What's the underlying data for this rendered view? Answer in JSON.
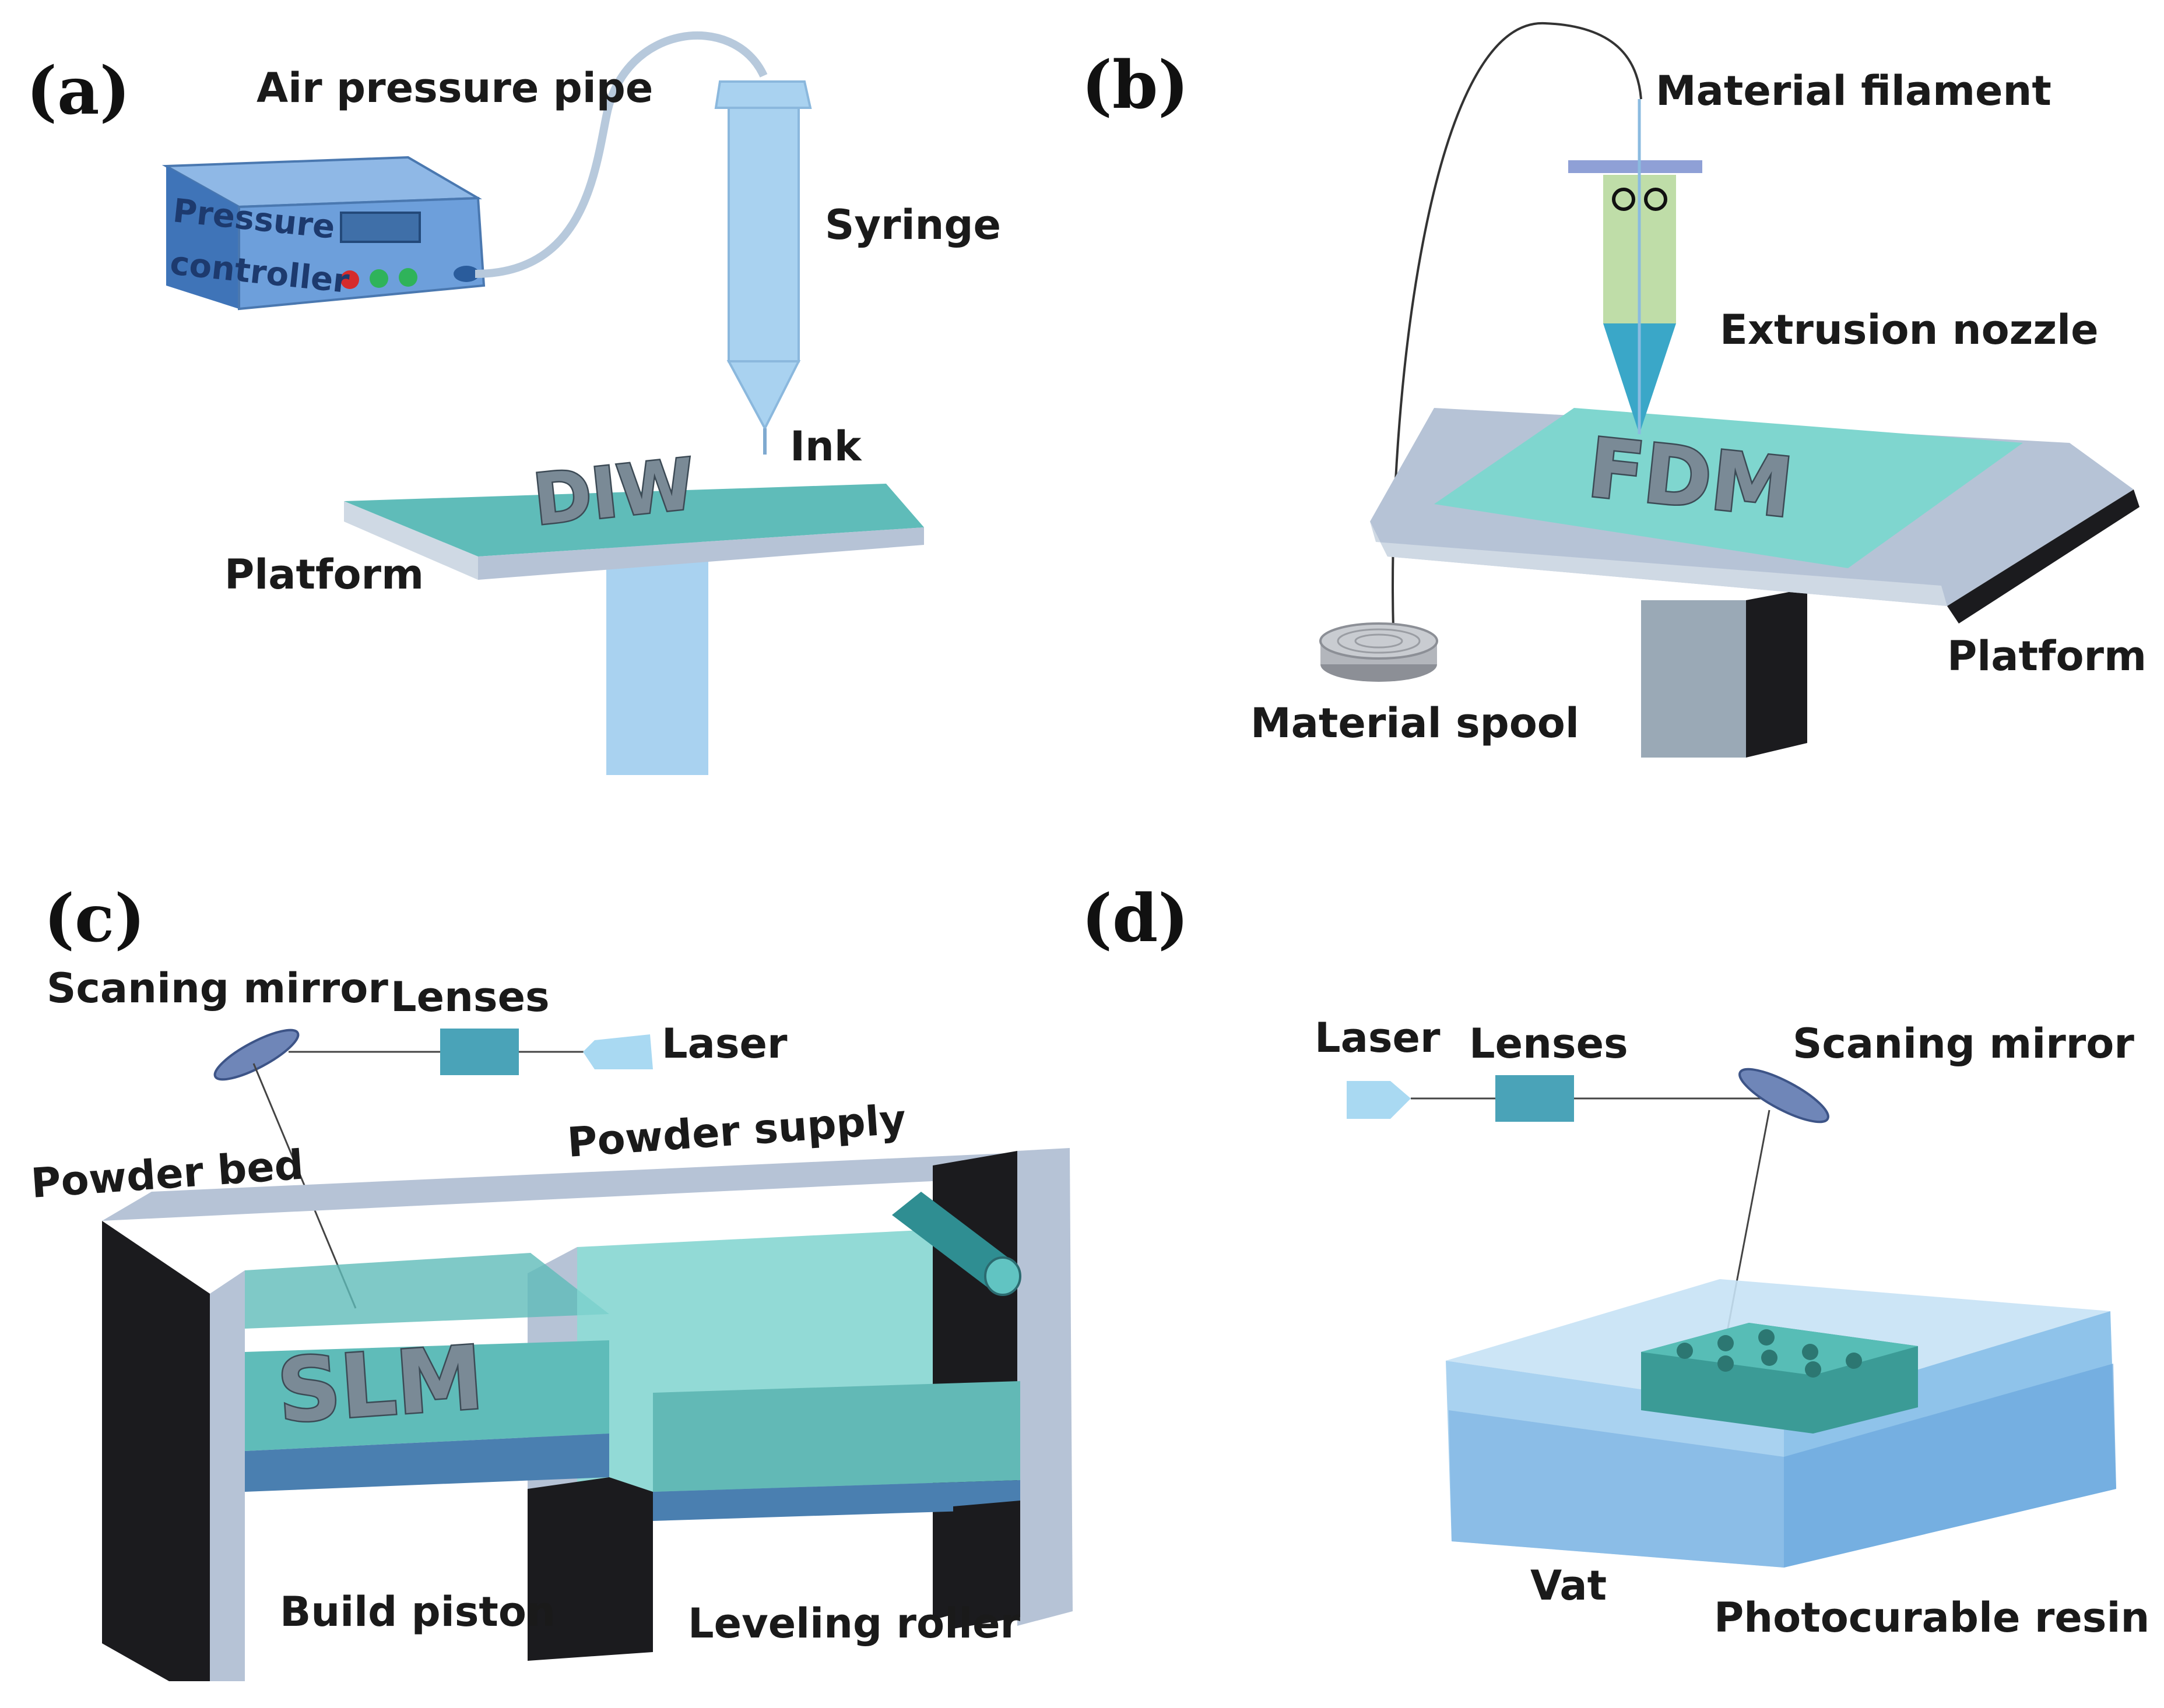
{
  "panels": {
    "a": {
      "label": "(a)",
      "air_pressure_pipe": "Air pressure pipe",
      "syringe": "Syringe",
      "ink": "Ink",
      "platform": "Platform",
      "controller_line1": "Pressure",
      "controller_line2": "controller",
      "object_text": "DIW"
    },
    "b": {
      "label": "(b)",
      "material_filament": "Material filament",
      "extrusion_nozzle": "Extrusion nozzle",
      "platform": "Platform",
      "material_spool": "Material spool",
      "object_text": "FDM"
    },
    "c": {
      "label": "(c)",
      "scanning_mirror": "Scaning mirror",
      "lenses": "Lenses",
      "laser": "Laser",
      "powder_bed": "Powder bed",
      "powder_supply": "Powder supply",
      "build_piston": "Build piston",
      "leveling_roller": "Leveling roller",
      "object_text": "SLM"
    },
    "d": {
      "label": "(d)",
      "laser": "Laser",
      "lenses": "Lenses",
      "scanning_mirror": "Scaning mirror",
      "vat": "Vat",
      "photocurable_resin": "Photocurable resin"
    }
  },
  "colors": {
    "light_blue": "#a9d2f0",
    "teal": "#5fbcb9",
    "steel_blue": "#4a7fb0",
    "gray_blue": "#b6c3d6",
    "dark": "#1b1b1e"
  }
}
